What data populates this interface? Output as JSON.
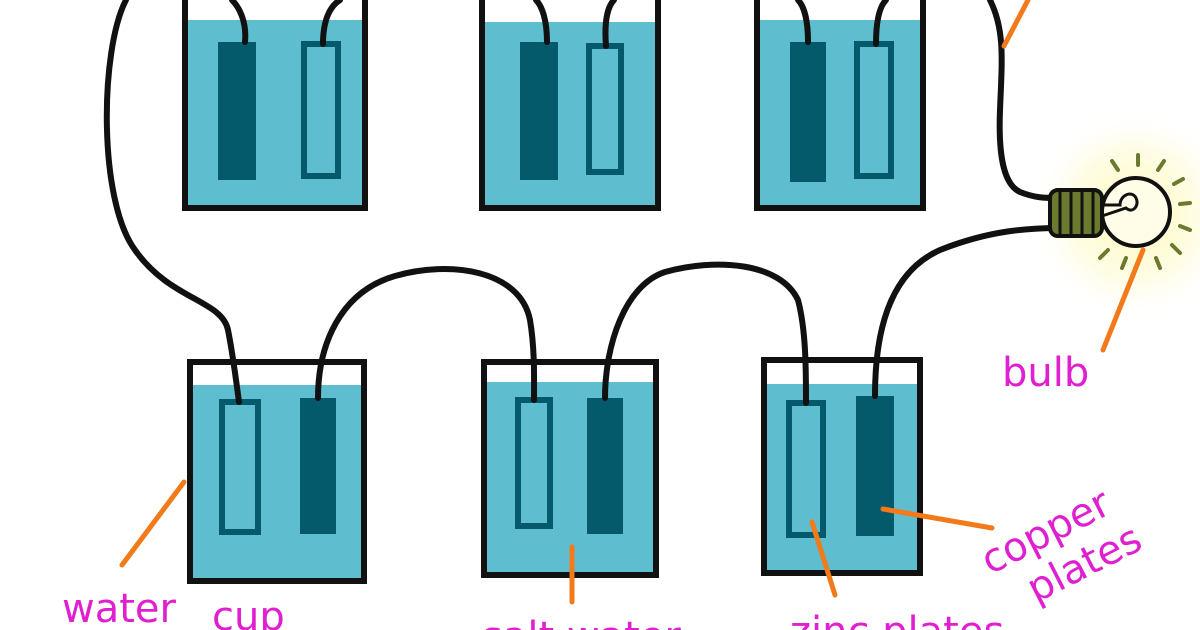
{
  "labels": {
    "water_cup_word1": "water",
    "water_cup_word2": "cup",
    "salt_water": "salt water",
    "zinc_plates": "zinc plates",
    "copper_plates_line1": "copper",
    "copper_plates_line2": "plates",
    "bulb": "bulb"
  },
  "colors": {
    "water": "#5ebdce",
    "dark_plate": "#04596a",
    "outline": "#111111",
    "pointer": "#f27a1a",
    "label": "#e020d0",
    "bulb_glow": "#fffbcc",
    "bulb_base": "#6c7a30"
  }
}
